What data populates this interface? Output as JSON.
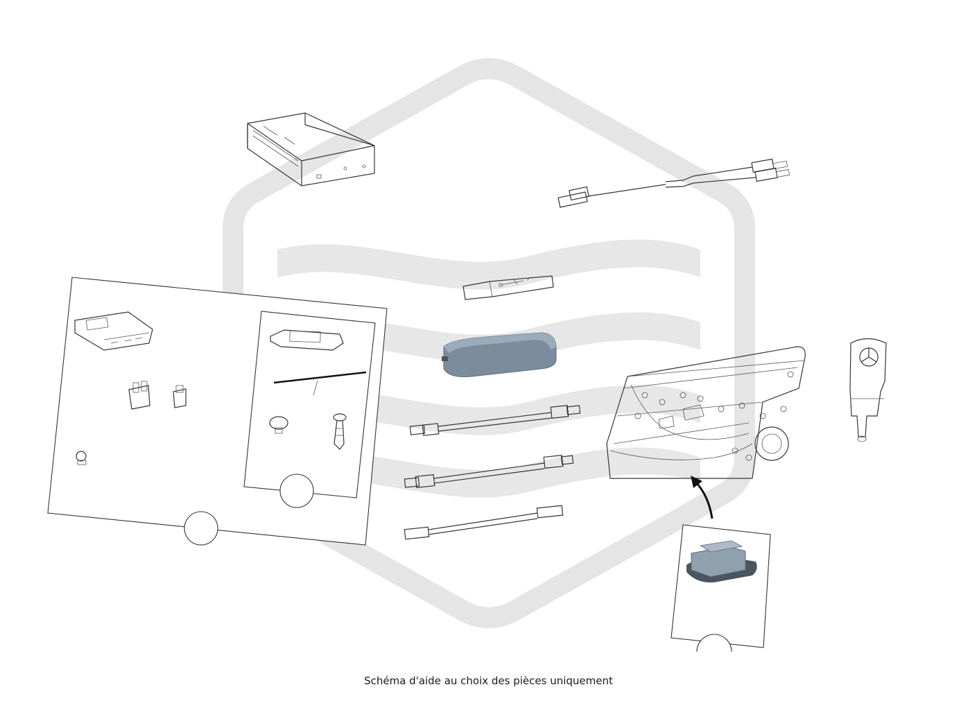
{
  "caption": "Schéma d'aide au choix des pièces uniquement",
  "colors": {
    "watermark": "#e4e4e4",
    "line": "#333333",
    "part_blue_grey": "#7d8fa0",
    "part_dark": "#4a5560"
  },
  "parts": [
    {
      "id": "cd-dvd-changer",
      "icon": "media-drive-unit"
    },
    {
      "id": "y-adapter-cable",
      "icon": "y-cable"
    },
    {
      "id": "usb-stick",
      "icon": "usb-stick"
    },
    {
      "id": "wireless-charging-pad",
      "icon": "charging-pad"
    },
    {
      "id": "usb-cable-1",
      "icon": "usb-cable"
    },
    {
      "id": "usb-cable-2",
      "icon": "usb-cable"
    },
    {
      "id": "usb-cable-3",
      "icon": "usb-cable"
    },
    {
      "id": "door-panel",
      "icon": "door-trim-panel"
    },
    {
      "id": "usb-charger-socket",
      "icon": "usb-socket"
    },
    {
      "id": "car-charger-adapter",
      "icon": "car-charger"
    },
    {
      "id": "control-unit-kit",
      "icon": "control-unit-with-connectors"
    },
    {
      "id": "module-kit",
      "icon": "module-with-clips"
    }
  ]
}
